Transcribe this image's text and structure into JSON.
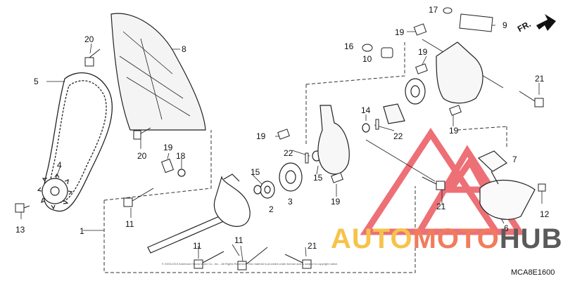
{
  "diagram": {
    "callouts": [
      {
        "id": "c1",
        "text": "1"
      },
      {
        "id": "c2",
        "text": "2"
      },
      {
        "id": "c3",
        "text": "3"
      },
      {
        "id": "c4",
        "text": "4"
      },
      {
        "id": "c5",
        "text": "5"
      },
      {
        "id": "c6",
        "text": "6"
      },
      {
        "id": "c7",
        "text": "7"
      },
      {
        "id": "c8",
        "text": "8"
      },
      {
        "id": "c9",
        "text": "9"
      },
      {
        "id": "c10",
        "text": "10"
      },
      {
        "id": "c11a",
        "text": "11"
      },
      {
        "id": "c11b",
        "text": "11"
      },
      {
        "id": "c11c",
        "text": "11"
      },
      {
        "id": "c12",
        "text": "12"
      },
      {
        "id": "c13",
        "text": "13"
      },
      {
        "id": "c14",
        "text": "14"
      },
      {
        "id": "c15a",
        "text": "15"
      },
      {
        "id": "c15b",
        "text": "15"
      },
      {
        "id": "c16",
        "text": "16"
      },
      {
        "id": "c17",
        "text": "17"
      },
      {
        "id": "c18",
        "text": "18"
      },
      {
        "id": "c19a",
        "text": "19"
      },
      {
        "id": "c19b",
        "text": "19"
      },
      {
        "id": "c19c",
        "text": "19"
      },
      {
        "id": "c19d",
        "text": "19"
      },
      {
        "id": "c19e",
        "text": "19"
      },
      {
        "id": "c19f",
        "text": "19"
      },
      {
        "id": "c20a",
        "text": "20"
      },
      {
        "id": "c20b",
        "text": "20"
      },
      {
        "id": "c21a",
        "text": "21"
      },
      {
        "id": "c21b",
        "text": "21"
      },
      {
        "id": "c21c",
        "text": "21"
      },
      {
        "id": "c22a",
        "text": "22"
      },
      {
        "id": "c22b",
        "text": "22"
      }
    ],
    "direction_label": "FR.",
    "diagram_code": "MCA8E1600",
    "copyright": "© 2003-2019 American Honda Motor Co., Inc. - All Rights Reserved. This material is provided under license and is subject to copyright notice.",
    "watermark": {
      "part1": "AUTO",
      "part2": "MOTO",
      "part3": "HUB"
    },
    "colors": {
      "line": "#222222",
      "watermark_red": "#e8414a",
      "watermark_yellow": "#f6c34a",
      "watermark_gray": "#5a5a5a"
    }
  }
}
